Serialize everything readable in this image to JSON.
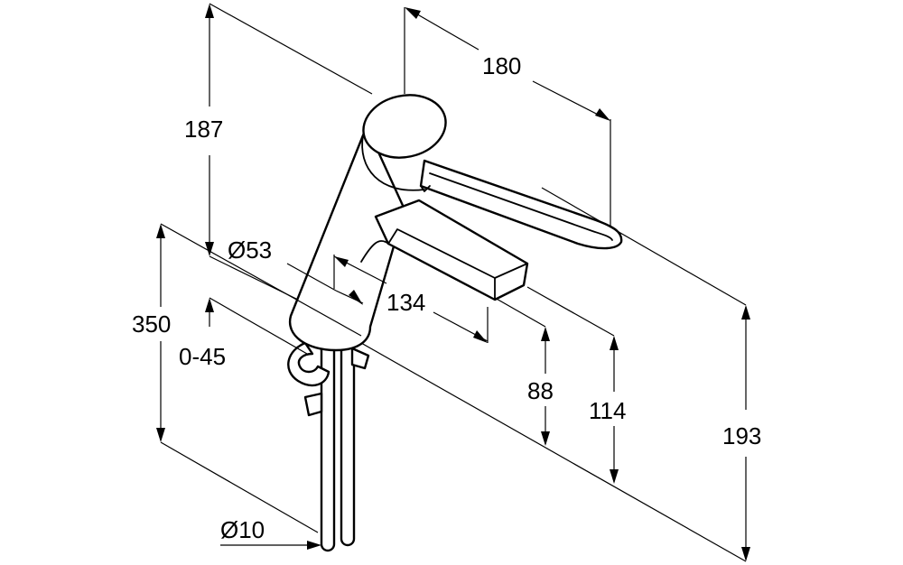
{
  "dimensions": {
    "width_180": "180",
    "height_187": "187",
    "diameter_53": "Ø53",
    "reach_134": "134",
    "height_350": "350",
    "range_0_45": "0-45",
    "height_88": "88",
    "height_114": "114",
    "height_193": "193",
    "diameter_10": "Ø10"
  },
  "colors": {
    "line": "#000000",
    "background": "#ffffff"
  }
}
